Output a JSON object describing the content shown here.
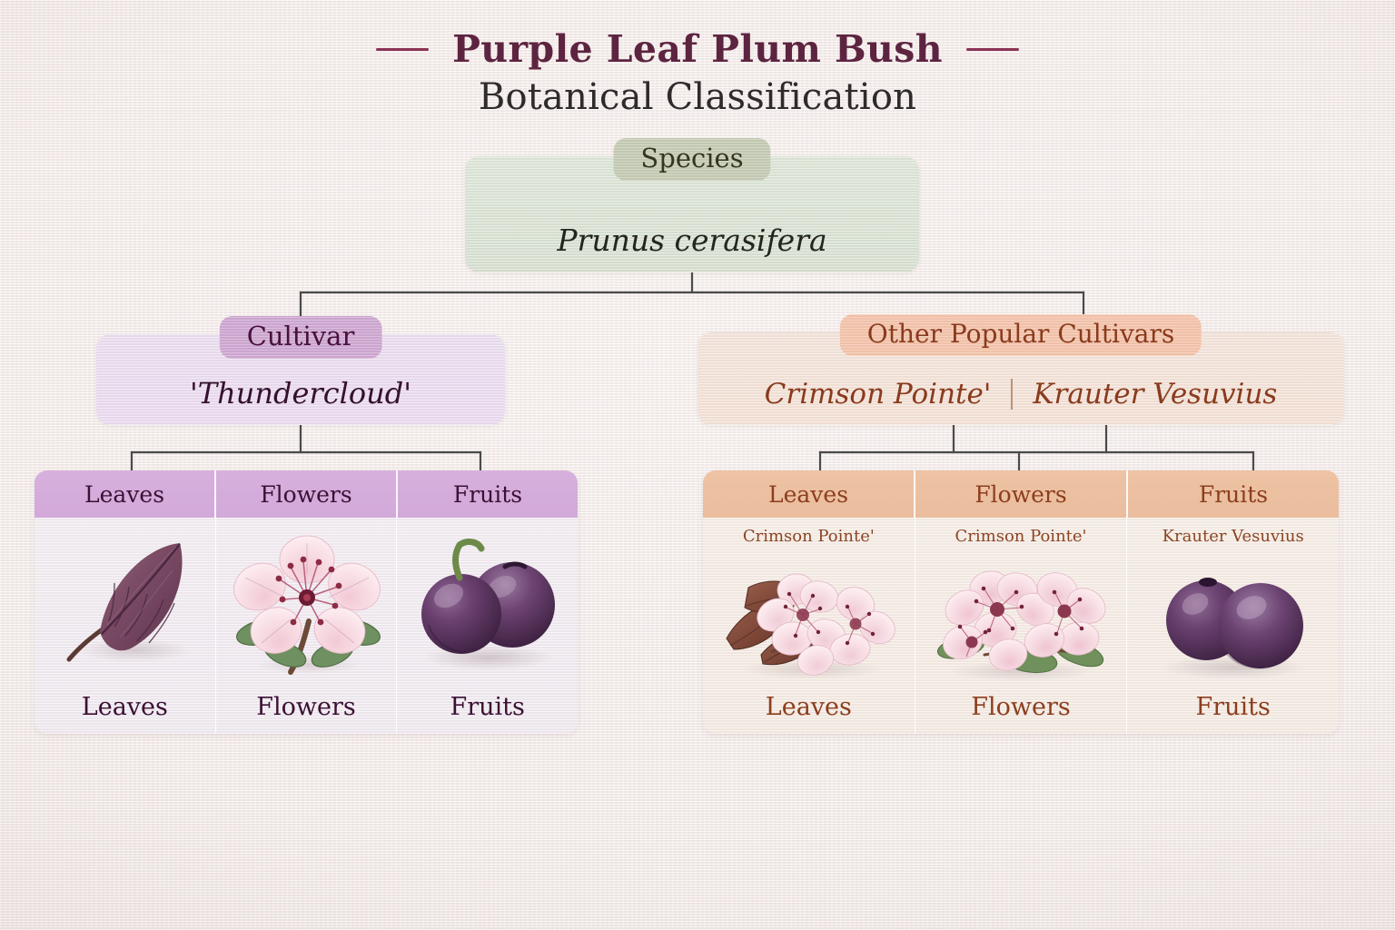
{
  "title": {
    "main": "Purple Leaf Plum Bush",
    "subtitle": "Botanical Classification"
  },
  "colors": {
    "background": "#f7f1ef",
    "title_accent": "#5d2440",
    "title_sub": "#2f2a2c",
    "species_box": "#dde5d7",
    "species_pill": "#c5cbb4",
    "cultivar_box": "#e9dcee",
    "cultivar_pill": "#cfa8d2",
    "others_box": "#f2e2d8",
    "others_pill": "#f4c4ab",
    "panel_left_header": "#d7b0dd",
    "panel_right_header": "#eec3a4",
    "connector_line": "#4a4a4a",
    "purple_text": "#3d1035",
    "brown_text": "#8c3e1e"
  },
  "nodes": {
    "species": {
      "label": "Species",
      "value": "Prunus cerasifera"
    },
    "cultivar": {
      "label": "Cultivar",
      "value": "'Thundercloud'"
    },
    "other_cultivars": {
      "label": "Other Popular Cultivars",
      "value_left": "Crimson Pointe'",
      "separator": "|",
      "value_right": "Krauter Vesuvius"
    }
  },
  "panels": {
    "left": {
      "headers": [
        "Leaves",
        "Flowers",
        "Fruits"
      ],
      "cells": [
        {
          "caption": "",
          "art": "leaf",
          "footer": "Leaves"
        },
        {
          "caption": "",
          "art": "blossom",
          "footer": "Flowers"
        },
        {
          "caption": "",
          "art": "plums",
          "footer": "Fruits"
        }
      ]
    },
    "right": {
      "headers": [
        "Leaves",
        "Flowers",
        "Fruits"
      ],
      "cells": [
        {
          "caption": "Crimson Pointe'",
          "art": "leaf-cluster",
          "footer": "Leaves"
        },
        {
          "caption": "Crimson Pointe'",
          "art": "blossom-cluster",
          "footer": "Flowers"
        },
        {
          "caption": "Krauter Vesuvius",
          "art": "plums-pair",
          "footer": "Fruits"
        }
      ]
    }
  }
}
